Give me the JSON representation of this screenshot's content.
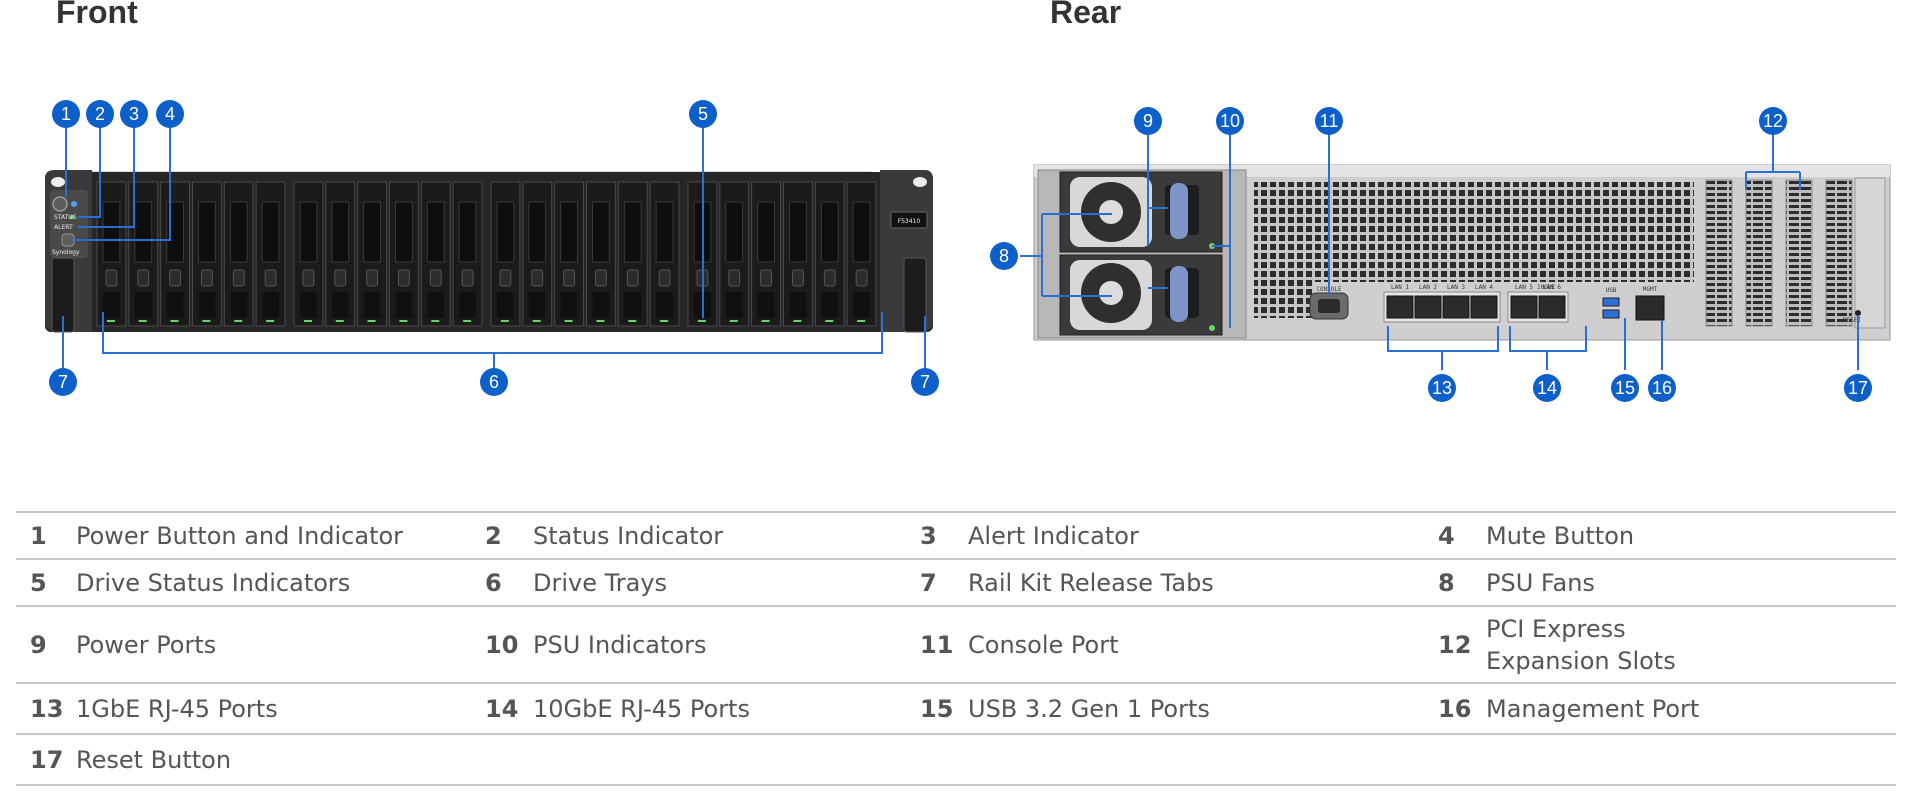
{
  "front_label": "Front",
  "rear_label": "Rear",
  "device": {
    "model_badge": "FS3410",
    "brand": "Synology",
    "front_leds": [
      "STATUS",
      "ALERT"
    ],
    "rear_port_labels": {
      "console": "CONSOLE",
      "lan_1gbe": [
        "LAN 1",
        "LAN 2",
        "LAN 3",
        "LAN 4"
      ],
      "lan_10gbe": [
        "LAN 5",
        "LAN 6"
      ],
      "lan_10gbe_tag": "10GbE",
      "usb": "USB",
      "mgmt": "MGMT",
      "reset": "RESET"
    },
    "drive_bays": 24
  },
  "callouts": {
    "front": [
      "1",
      "2",
      "3",
      "4",
      "5",
      "6",
      "7",
      "7"
    ],
    "rear": [
      "8",
      "9",
      "10",
      "11",
      "12",
      "13",
      "14",
      "15",
      "16",
      "17"
    ]
  },
  "legend": [
    {
      "num": "1",
      "label": "Power Button and Indicator"
    },
    {
      "num": "2",
      "label": "Status Indicator"
    },
    {
      "num": "3",
      "label": "Alert Indicator"
    },
    {
      "num": "4",
      "label": "Mute Button"
    },
    {
      "num": "5",
      "label": "Drive Status Indicators"
    },
    {
      "num": "6",
      "label": "Drive Trays"
    },
    {
      "num": "7",
      "label": "Rail Kit Release Tabs"
    },
    {
      "num": "8",
      "label": "PSU Fans"
    },
    {
      "num": "9",
      "label": "Power Ports"
    },
    {
      "num": "10",
      "label": "PSU Indicators"
    },
    {
      "num": "11",
      "label": "Console Port"
    },
    {
      "num": "12",
      "label": "PCI Express Expansion Slots"
    },
    {
      "num": "13",
      "label": "1GbE RJ-45 Ports"
    },
    {
      "num": "14",
      "label": "10GbE RJ-45 Ports"
    },
    {
      "num": "15",
      "label": "USB 3.2 Gen 1 Ports"
    },
    {
      "num": "16",
      "label": "Management Port"
    },
    {
      "num": "17",
      "label": "Reset Button"
    }
  ],
  "colors": {
    "callout": "#0d5fc9",
    "leader": "#2a6fd6",
    "chassis": "#2a2a2a",
    "rear_panel": "#c9c9c9",
    "led": "#6ad36a"
  }
}
